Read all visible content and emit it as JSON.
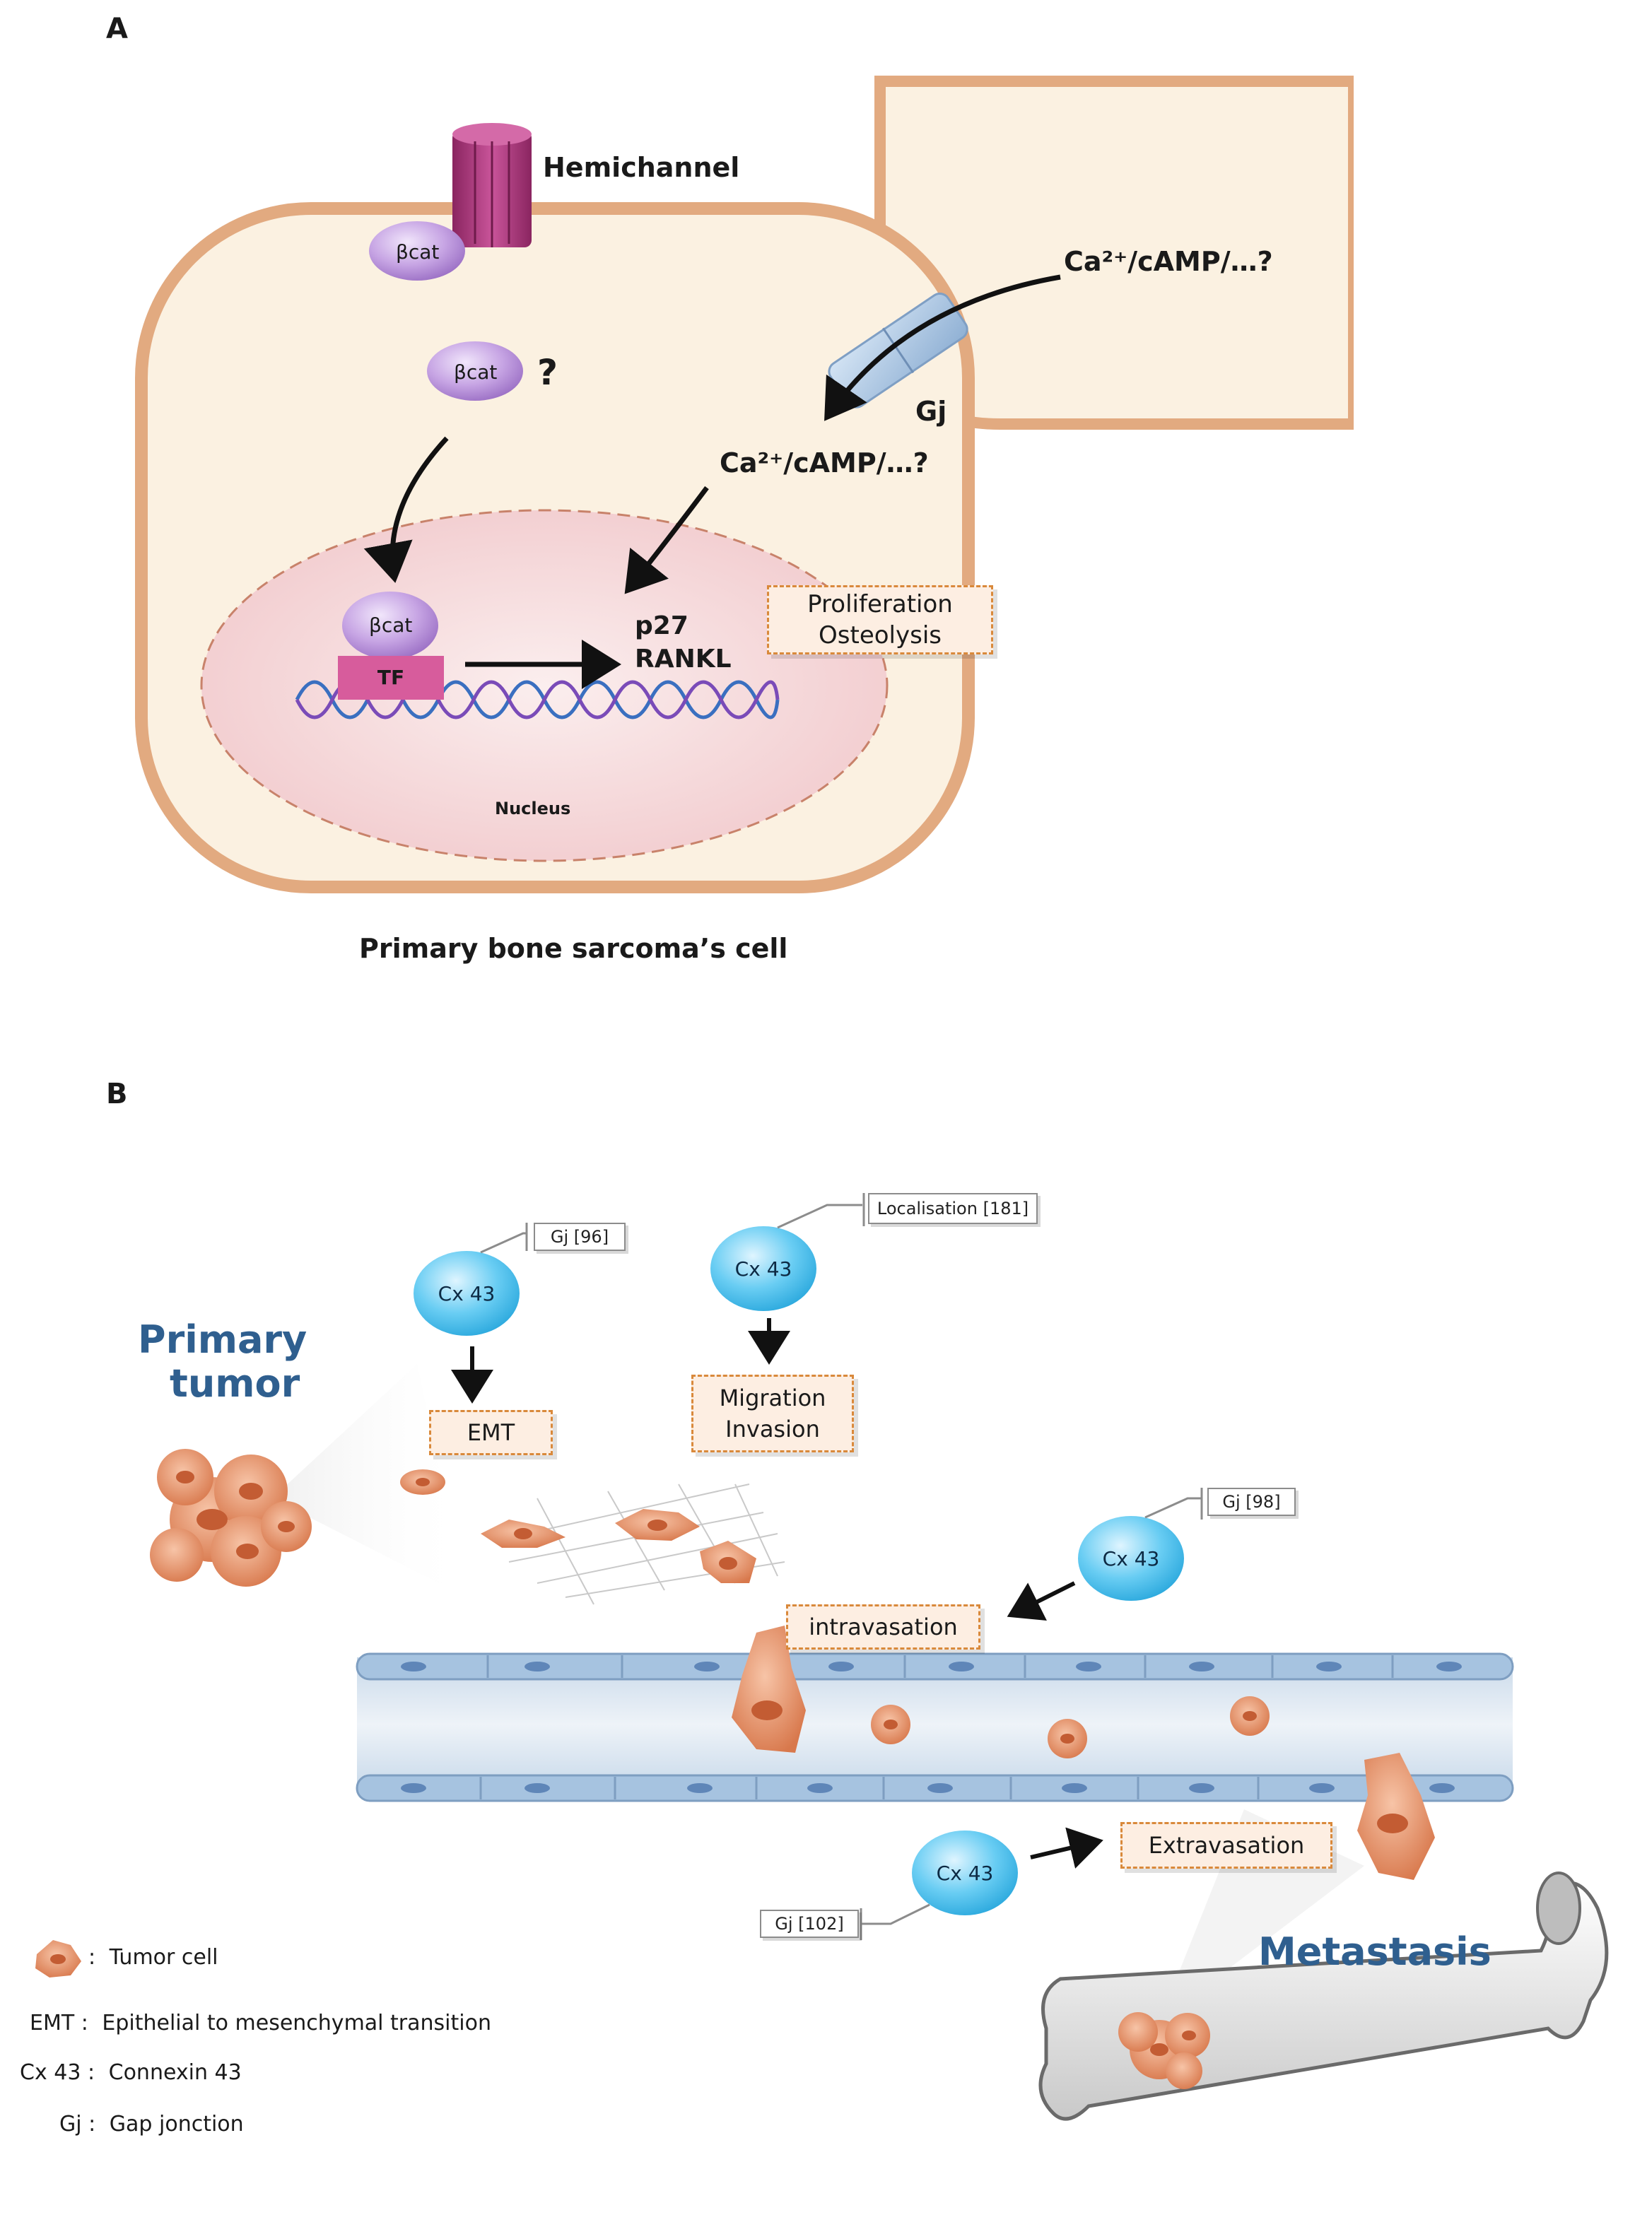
{
  "panel_a": {
    "letter": "A",
    "hemichannel": "Hemichannel",
    "bcat": "βcat",
    "question": "?",
    "signal_top": "Ca²⁺/cAMP/…?",
    "signal_bottom": "Ca²⁺/cAMP/…?",
    "gj": "Gj",
    "tf": "TF",
    "genes": [
      "p27",
      "RANKL"
    ],
    "outcome": [
      "Proliferation",
      "Osteolysis"
    ],
    "nucleus": "Nucleus",
    "caption": "Primary bone sarcoma’s cell"
  },
  "panel_b": {
    "letter": "B",
    "primary_tumor": [
      "Primary",
      "tumor"
    ],
    "metastasis": "Metastasis",
    "cx43": "Cx 43",
    "refs": {
      "emt": "Gj [96]",
      "migration": "Localisation [181]",
      "intravasation": "Gj [98]",
      "extravasation": "Gj [102]"
    },
    "boxes": {
      "emt": "EMT",
      "migration": [
        "Migration",
        "Invasion"
      ],
      "intravasation": "intravasation",
      "extravasation": "Extravasation"
    },
    "legend": [
      {
        "term": "",
        "sep": ":",
        "definition": "Tumor cell"
      },
      {
        "term": "EMT",
        "sep": ":",
        "definition": "Epithelial to mesenchymal transition"
      },
      {
        "term": "Cx 43",
        "sep": ":",
        "definition": "Connexin 43"
      },
      {
        "term": "Gj",
        "sep": ":",
        "definition": "Gap jonction"
      }
    ]
  },
  "colors": {
    "membrane": "#e8b48c",
    "cytoplasm": "#fbf1e1",
    "nucleus": "#f4d3d5",
    "bcat": "#b98fd6",
    "hemichannel": "#b03a78",
    "tf": "#d75c9c",
    "gap_junction": "#a9c5e3",
    "box_border": "#d9893b",
    "box_fill": "#fdeee2",
    "cx43": "#4ec3ef",
    "vessel": "#a6c3e0",
    "tumor_cell": "#e8976f",
    "title_blue": "#2f5f8f"
  }
}
